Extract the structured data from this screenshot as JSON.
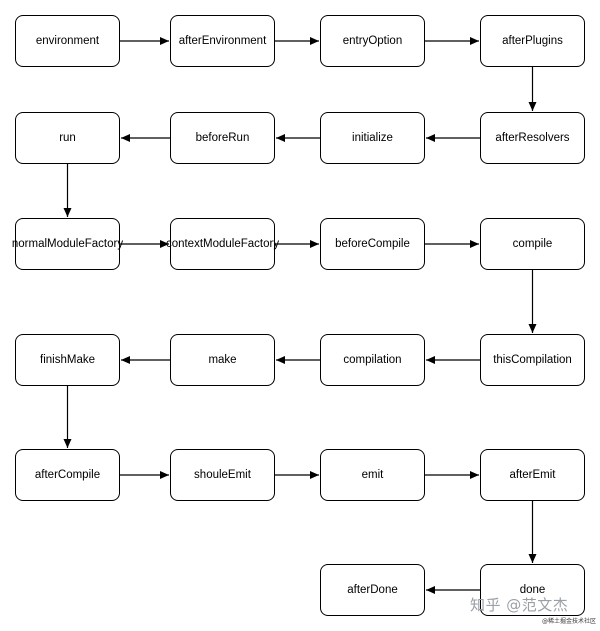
{
  "diagram": {
    "nodes": [
      {
        "id": "environment",
        "label": "environment"
      },
      {
        "id": "afterEnvironment",
        "label": "afterEnvironment"
      },
      {
        "id": "entryOption",
        "label": "entryOption"
      },
      {
        "id": "afterPlugins",
        "label": "afterPlugins"
      },
      {
        "id": "run",
        "label": "run"
      },
      {
        "id": "beforeRun",
        "label": "beforeRun"
      },
      {
        "id": "initialize",
        "label": "initialize"
      },
      {
        "id": "afterResolvers",
        "label": "afterResolvers"
      },
      {
        "id": "normalModuleFactory",
        "label": "normalModuleFactory"
      },
      {
        "id": "contextModuleFactory",
        "label": "contextModuleFactory"
      },
      {
        "id": "beforeCompile",
        "label": "beforeCompile"
      },
      {
        "id": "compile",
        "label": "compile"
      },
      {
        "id": "finishMake",
        "label": "finishMake"
      },
      {
        "id": "make",
        "label": "make"
      },
      {
        "id": "compilation",
        "label": "compilation"
      },
      {
        "id": "thisCompilation",
        "label": "thisCompilation"
      },
      {
        "id": "afterCompile",
        "label": "afterCompile"
      },
      {
        "id": "shouleEmit",
        "label": "shouleEmit"
      },
      {
        "id": "emit",
        "label": "emit"
      },
      {
        "id": "afterEmit",
        "label": "afterEmit"
      },
      {
        "id": "afterDone",
        "label": "afterDone"
      },
      {
        "id": "done",
        "label": "done"
      }
    ],
    "edges": [
      {
        "from": "environment",
        "to": "afterEnvironment"
      },
      {
        "from": "afterEnvironment",
        "to": "entryOption"
      },
      {
        "from": "entryOption",
        "to": "afterPlugins"
      },
      {
        "from": "afterPlugins",
        "to": "afterResolvers"
      },
      {
        "from": "afterResolvers",
        "to": "initialize"
      },
      {
        "from": "initialize",
        "to": "beforeRun"
      },
      {
        "from": "beforeRun",
        "to": "run"
      },
      {
        "from": "run",
        "to": "normalModuleFactory"
      },
      {
        "from": "normalModuleFactory",
        "to": "contextModuleFactory"
      },
      {
        "from": "contextModuleFactory",
        "to": "beforeCompile"
      },
      {
        "from": "beforeCompile",
        "to": "compile"
      },
      {
        "from": "compile",
        "to": "thisCompilation"
      },
      {
        "from": "thisCompilation",
        "to": "compilation"
      },
      {
        "from": "compilation",
        "to": "make"
      },
      {
        "from": "make",
        "to": "finishMake"
      },
      {
        "from": "finishMake",
        "to": "afterCompile"
      },
      {
        "from": "afterCompile",
        "to": "shouleEmit"
      },
      {
        "from": "shouleEmit",
        "to": "emit"
      },
      {
        "from": "emit",
        "to": "afterEmit"
      },
      {
        "from": "afterEmit",
        "to": "done"
      },
      {
        "from": "done",
        "to": "afterDone"
      }
    ]
  },
  "watermark": {
    "text": "知乎 @范文杰",
    "subtext": "@稀土掘金技术社区"
  }
}
